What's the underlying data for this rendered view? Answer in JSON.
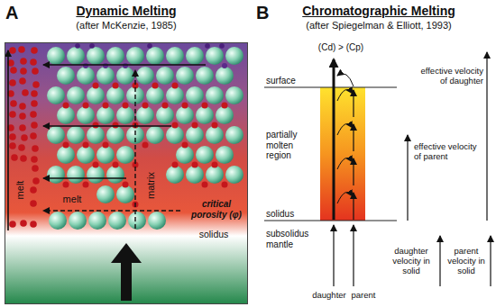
{
  "diagram": {
    "nodes": [
      {
        "text": [
          "melt",
          "matrix",
          "melt",
          "critical porosity (φ)",
          "solidus"
        ]
      }
    ],
    "labels": [
      "A",
      "Dynamic Melting",
      "(after McKenzie, 1985)",
      "B",
      "Chromatographic Melting",
      "(after Spiegelman & Elliott, 1993)",
      "(Cd) > (Cp)",
      "surface",
      "partially molten region",
      "solidus",
      "subsolidus mantle",
      "daughter",
      "parent",
      "effective velocity of daughter",
      "effective velocity of parent",
      "daughter velocity in solid",
      "parent velocity in solid"
    ]
  }
}
